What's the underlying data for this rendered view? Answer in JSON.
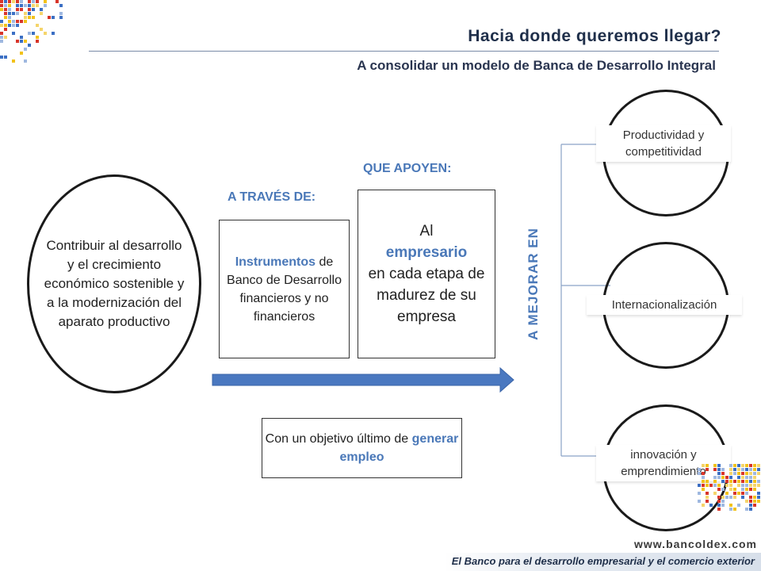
{
  "header": {
    "title": "Hacia donde queremos llegar?",
    "subtitle": "A consolidar un modelo de Banca de Desarrollo Integral"
  },
  "goal": {
    "text": "Contribuir al desarrollo y el crecimiento económico sostenible y a la modernización del aparato productivo"
  },
  "labels": {
    "through": "A TRAVÉS DE:",
    "support": "QUE APOYEN:",
    "improve": "A MEJORAR EN"
  },
  "instruments": {
    "highlight": "Instrumentos",
    "rest": "de Banco  de Desarrollo financieros y no financieros"
  },
  "entrepreneur": {
    "pre": "Al",
    "highlight": "empresario",
    "post": "en cada etapa de madurez de su empresa"
  },
  "objective": {
    "pre": "Con un objetivo último de",
    "highlight": "generar empleo"
  },
  "outcomes": [
    {
      "label": "Productividad y competitividad"
    },
    {
      "label": "Internacionalización"
    },
    {
      "label": "innovación y emprendimiento"
    }
  ],
  "footer": {
    "url": "www.bancoldex.com",
    "tagline": "El Banco para el desarrollo empresarial y el comercio exterior"
  },
  "colors": {
    "accent_blue": "#4a78b8",
    "arrow_blue": "#4a78c0",
    "title_navy": "#1f2f4a"
  },
  "icons": [
    "pixel-mosaic-logo-icon",
    "pixel-mosaic-corner-icon"
  ]
}
